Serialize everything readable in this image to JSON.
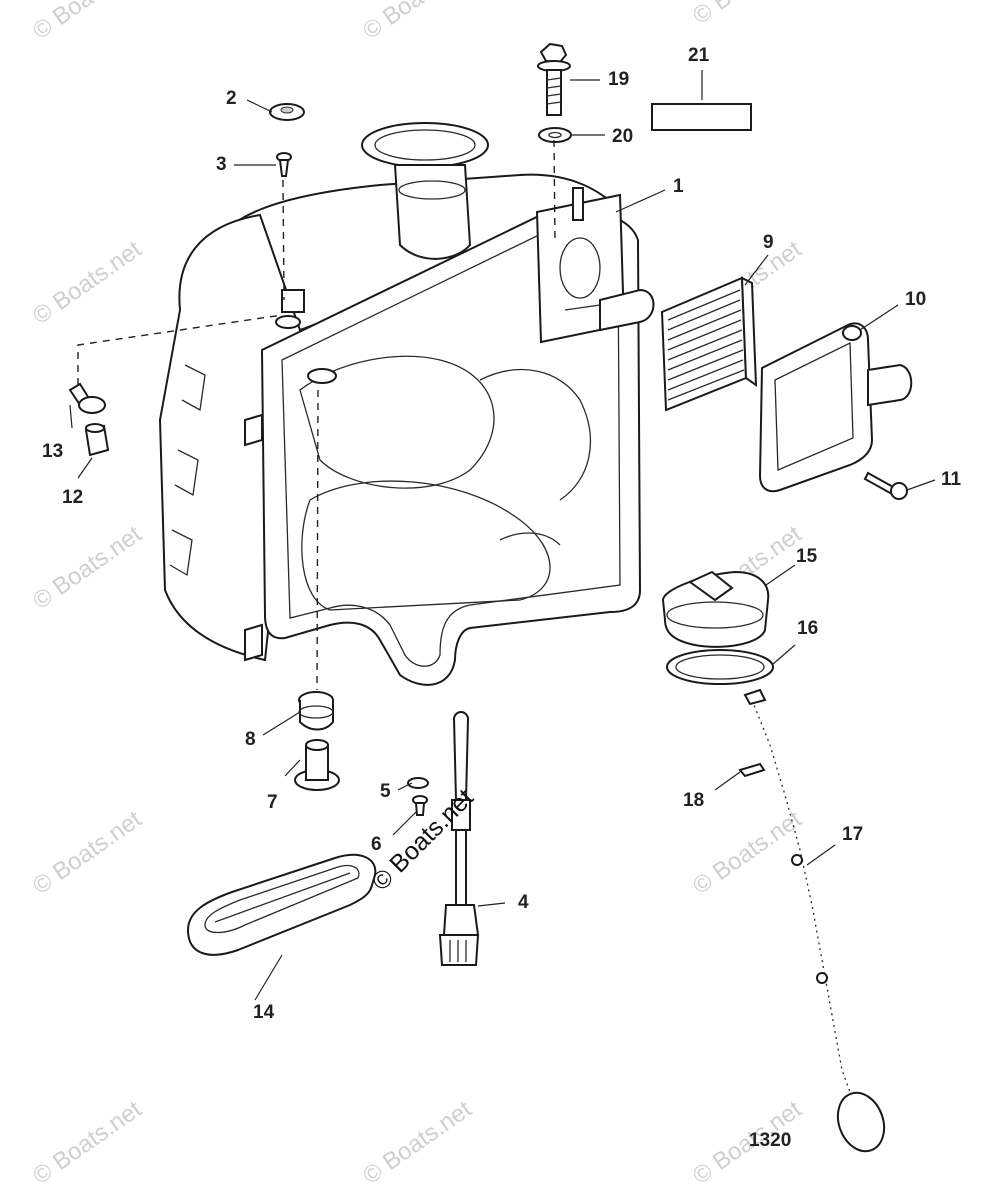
{
  "diagram": {
    "figure_id": "1320",
    "watermark": "© Boats.net",
    "callouts": [
      "1",
      "2",
      "3",
      "4",
      "5",
      "6",
      "7",
      "8",
      "9",
      "10",
      "11",
      "12",
      "13",
      "14",
      "15",
      "16",
      "17",
      "18",
      "19",
      "20",
      "21"
    ]
  },
  "colors": {
    "line": "#1a1a1a",
    "background": "#ffffff",
    "watermark": "#cfcfcf"
  },
  "parts": [
    {
      "id": "1",
      "icon": "oil-tank-icon"
    },
    {
      "id": "2",
      "icon": "screw-head-icon"
    },
    {
      "id": "3",
      "icon": "screw-icon"
    },
    {
      "id": "4",
      "icon": "dipstick-icon"
    },
    {
      "id": "5",
      "icon": "washer-icon"
    },
    {
      "id": "6",
      "icon": "screw-icon"
    },
    {
      "id": "7",
      "icon": "sleeve-icon"
    },
    {
      "id": "8",
      "icon": "grommet-icon"
    },
    {
      "id": "9",
      "icon": "filter-icon"
    },
    {
      "id": "10",
      "icon": "cover-icon"
    },
    {
      "id": "11",
      "icon": "bolt-icon"
    },
    {
      "id": "12",
      "icon": "hose-icon"
    },
    {
      "id": "13",
      "icon": "clamp-icon"
    },
    {
      "id": "14",
      "icon": "tray-icon"
    },
    {
      "id": "15",
      "icon": "cap-icon"
    },
    {
      "id": "16",
      "icon": "seal-icon"
    },
    {
      "id": "17",
      "icon": "chain-icon"
    },
    {
      "id": "18",
      "icon": "clip-icon"
    },
    {
      "id": "19",
      "icon": "bolt-icon"
    },
    {
      "id": "20",
      "icon": "washer-icon"
    },
    {
      "id": "21",
      "icon": "decal-icon"
    }
  ]
}
